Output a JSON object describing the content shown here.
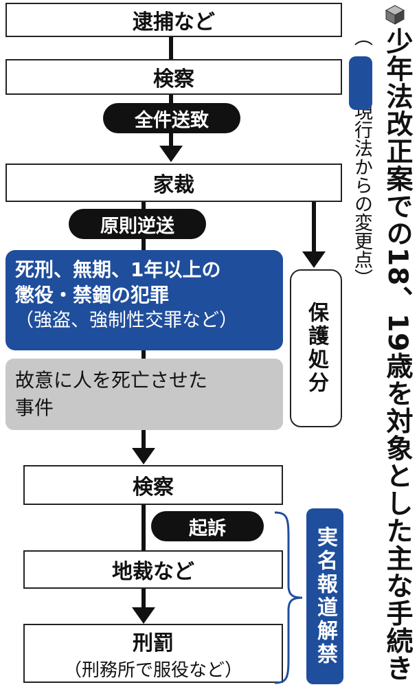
{
  "title": "少年法改正案での18、19歳を対象とした主な手続き",
  "legend_note": "（　　は現行法からの変更点）",
  "steps": {
    "arrest": "逮捕など",
    "prosecution1": "検察",
    "all_sent": "全件送致",
    "family_court": "家裁",
    "reverse_transfer": "原則逆送",
    "crime_line1": "死刑、無期、1年以上の",
    "crime_line2": "懲役・禁錮の犯罪",
    "crime_examples": "（強盗、強制性交罪など）",
    "intentional_death_line1": "故意に人を死亡させた",
    "intentional_death_line2": "事件",
    "protective_disposition": "保護処分",
    "prosecution2": "検察",
    "indictment": "起訴",
    "district_court": "地裁など",
    "punishment": "刑罰",
    "punishment_examples": "（刑務所で服役など）",
    "real_name_reporting": "実名報道解禁"
  },
  "colors": {
    "accent": "#1f4e9c",
    "gray": "#c8c8c8",
    "ink": "#111111"
  },
  "icons": {
    "cube": "cube-icon"
  }
}
